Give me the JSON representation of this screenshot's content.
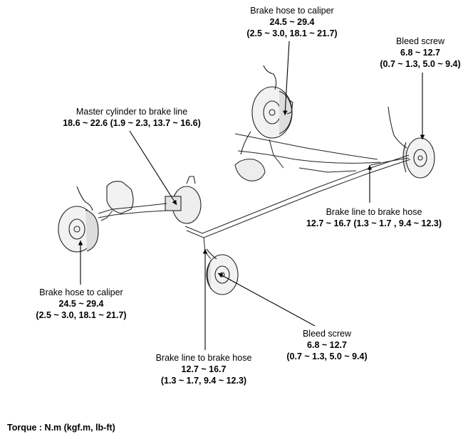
{
  "callouts": {
    "caliper_hose_rear": {
      "title": "Brake hose to caliper",
      "value": "24.5 ~ 29.4",
      "detail": "(2.5 ~ 3.0, 18.1 ~ 21.7)"
    },
    "bleed_screw_rear": {
      "title": "Bleed screw",
      "value": "6.8 ~ 12.7",
      "detail": "(0.7 ~ 1.3, 5.0 ~ 9.4)"
    },
    "master_cylinder": {
      "title": "Master cylinder to brake line",
      "value": "18.6 ~ 22.6 (1.9 ~ 2.3, 13.7 ~ 16.6)"
    },
    "line_hose_right": {
      "title": "Brake line to brake hose",
      "value": "12.7 ~ 16.7 (1.3 ~ 1.7 , 9.4 ~ 12.3)"
    },
    "caliper_hose_front": {
      "title": "Brake hose to caliper",
      "value": "24.5 ~ 29.4",
      "detail": "(2.5 ~ 3.0, 18.1 ~ 21.7)"
    },
    "bleed_screw_front": {
      "title": "Bleed screw",
      "value": "6.8 ~ 12.7",
      "detail": "(0.7 ~ 1.3, 5.0 ~ 9.4)"
    },
    "line_hose_bottom": {
      "title": "Brake line to brake hose",
      "value": "12.7 ~ 16.7",
      "detail": "(1.3 ~ 1.7, 9.4 ~ 12.3)"
    }
  },
  "footer": {
    "torque_unit": "Torque : N.m (kgf.m, lb-ft)"
  }
}
